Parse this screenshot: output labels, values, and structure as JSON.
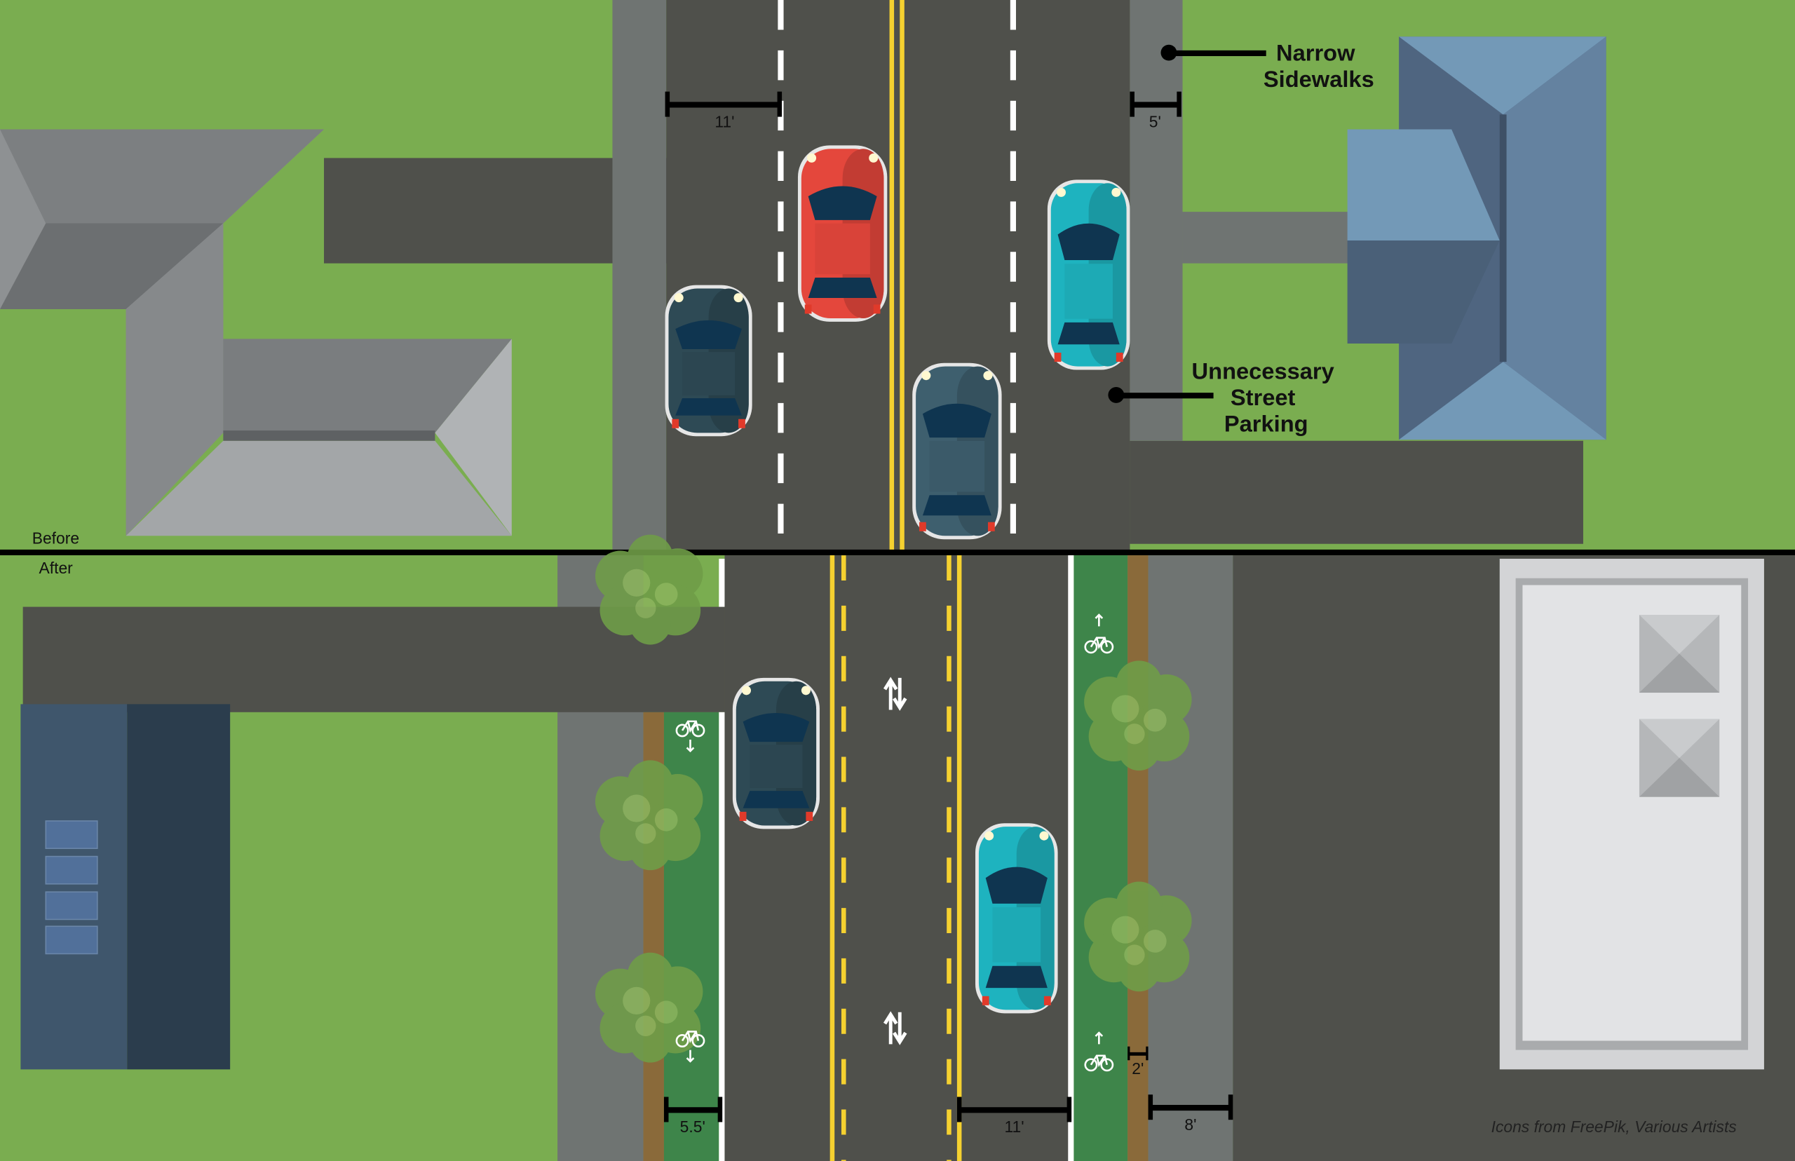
{
  "colors": {
    "grass": "#7aad50",
    "asphalt": "#4f504b",
    "sidewalk": "#6f7472",
    "bike_lane": "#3e854a",
    "tree_strip": "#8a6a3a",
    "yellow_line": "#f5d130",
    "gray_roof": "#8e9193",
    "blue_roof": "#6482a0",
    "tree": "#6f9d48"
  },
  "sections": {
    "before": "Before",
    "after": "After"
  },
  "callouts": {
    "narrow_sidewalks": [
      "Narrow",
      "Sidewalks"
    ],
    "street_parking": [
      "Unnecessary",
      "Street",
      "Parking"
    ]
  },
  "dimensions": {
    "before_lane": "11'",
    "before_sidewalk": "5'",
    "after_bike_lane": "5.5'",
    "after_lane": "11'",
    "after_buffer": "2'",
    "after_sidewalk": "8'"
  },
  "cars": [
    {
      "name": "red-car",
      "color": "#e4473c"
    },
    {
      "name": "dark-convertible",
      "color": "#2e4a55"
    },
    {
      "name": "teal-car",
      "color": "#1eb3bf"
    },
    {
      "name": "slate-car",
      "color": "#3e5f6e"
    },
    {
      "name": "dark-convertible-after",
      "color": "#2e4a55"
    },
    {
      "name": "teal-car-after",
      "color": "#1eb3bf"
    }
  ],
  "icons": {
    "bike_lane_marking": "bicycle-icon",
    "turn_lane_marking": "two-way-turn-arrow-icon"
  },
  "credit": "Icons from FreePik, Various Artists"
}
